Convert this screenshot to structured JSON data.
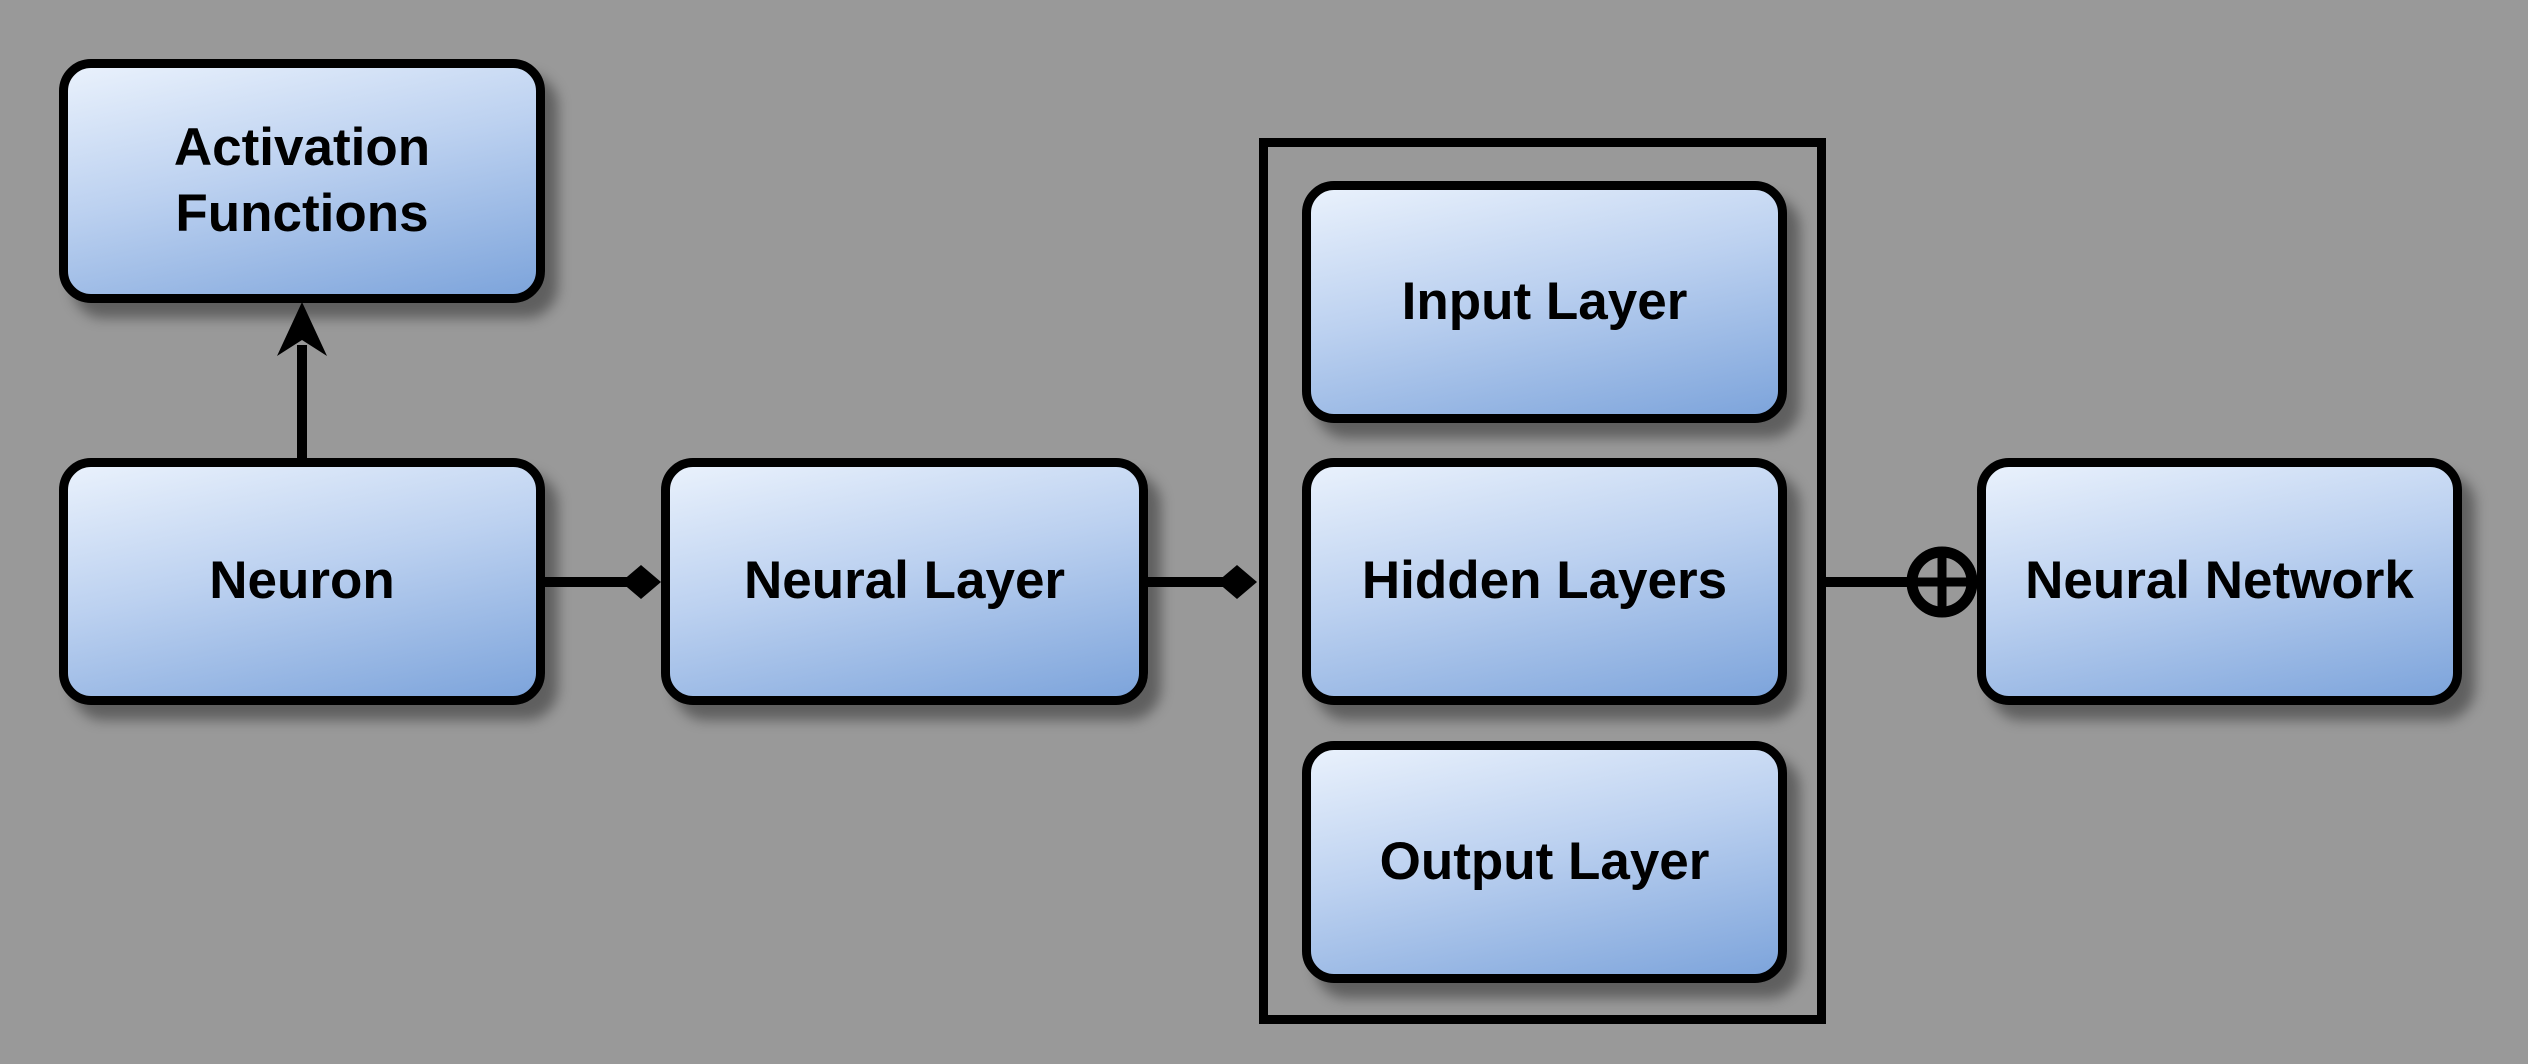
{
  "canvas": {
    "background_color": "#999999"
  },
  "palette": {
    "node_fill_top": "#e9f1fc",
    "node_fill_bottom": "#7da4db",
    "node_border": "#000000",
    "edge_color": "#000000",
    "text_color": "#000000"
  },
  "nodes": {
    "activation_functions": {
      "label": "Activation Functions"
    },
    "neuron": {
      "label": "Neuron"
    },
    "neural_layer": {
      "label": "Neural Layer"
    },
    "input_layer": {
      "label": "Input Layer"
    },
    "hidden_layers": {
      "label": "Hidden Layers"
    },
    "output_layer": {
      "label": "Output Layer"
    },
    "neural_network": {
      "label": "Neural Network"
    }
  },
  "groups": {
    "layers_group": {
      "children": [
        "Input Layer",
        "Hidden Layers",
        "Output Layer"
      ]
    }
  },
  "edges": [
    {
      "from": "Neuron",
      "to": "Activation Functions",
      "arrowhead": "triangle",
      "direction": "up"
    },
    {
      "from": "Neuron",
      "to": "Neural Layer",
      "arrowhead": "filled-diamond",
      "direction": "right"
    },
    {
      "from": "Neural Layer",
      "to": "Layers Group",
      "arrowhead": "filled-diamond",
      "direction": "right"
    },
    {
      "from": "Layers Group",
      "to": "Neural Network",
      "arrowhead": "circle-plus",
      "direction": "right"
    }
  ]
}
